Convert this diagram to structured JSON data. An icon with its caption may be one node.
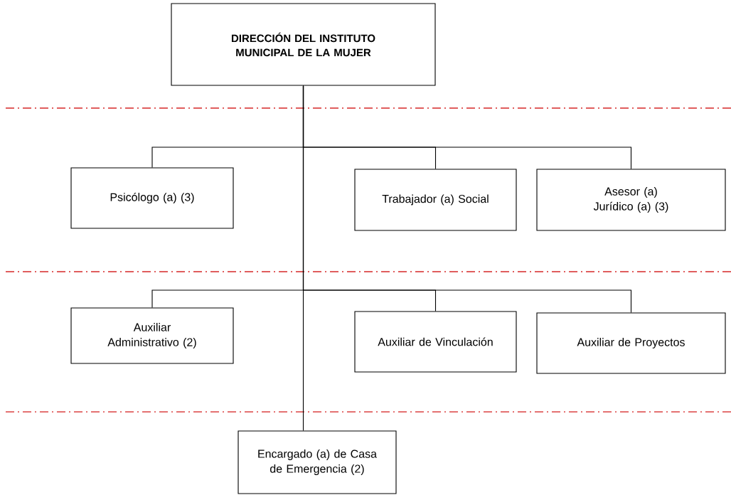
{
  "diagram": {
    "nodes": [
      {
        "text": [
          "DIRECCIÓN DEL INSTITUTO MUNICIPAL DE LA MUJER"
        ]
      },
      {
        "text": [
          "Psicólogo (a) (3)"
        ]
      },
      {
        "text": [
          "Trabajador (a) Social"
        ]
      },
      {
        "text": [
          "Asesor (a) Jurídico (a) (3)"
        ]
      },
      {
        "text": [
          "Auxiliar Administrativo (2)"
        ]
      },
      {
        "text": [
          "Auxiliar de Vinculación"
        ]
      },
      {
        "text": [
          "Auxiliar de Proyectos"
        ]
      },
      {
        "text": [
          "Encargado (a) de Casa de Emergencia (2)"
        ]
      }
    ],
    "edges": [
      {
        "from": 0,
        "to": 1,
        "arrow": "none"
      },
      {
        "from": 0,
        "to": 2,
        "arrow": "none"
      },
      {
        "from": 0,
        "to": 3,
        "arrow": "none"
      },
      {
        "from": 0,
        "to": 4,
        "arrow": "none"
      },
      {
        "from": 0,
        "to": 5,
        "arrow": "none"
      },
      {
        "from": 0,
        "to": 6,
        "arrow": "none"
      },
      {
        "from": 0,
        "to": 7,
        "arrow": "none"
      }
    ]
  }
}
